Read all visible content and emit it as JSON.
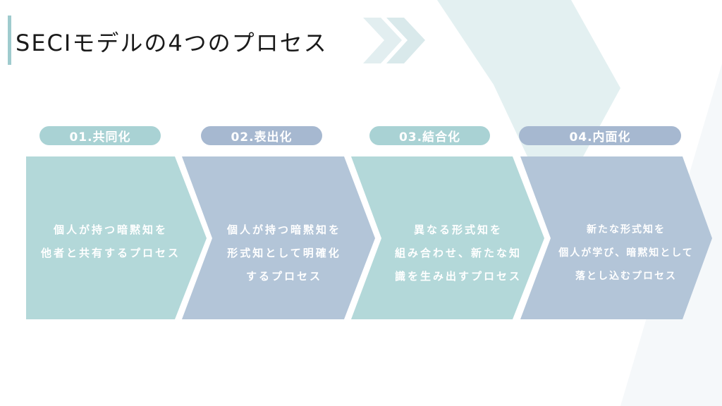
{
  "title": "SECIモデルの4つのプロセス",
  "colors": {
    "teal": "#b3d8d9",
    "blue": "#b3c5d8",
    "accent": "#9fcbce"
  },
  "steps": [
    {
      "label": "01.共同化",
      "lines": [
        "個人が持つ暗黙知を",
        "他者と共有するプロセス"
      ]
    },
    {
      "label": "02.表出化",
      "lines": [
        "個人が持つ暗黙知を",
        "形式知として明確化",
        "するプロセス"
      ]
    },
    {
      "label": "03.結合化",
      "lines": [
        "異なる形式知を",
        "組み合わせ、新たな知",
        "識を生み出すプロセス"
      ]
    },
    {
      "label": "04.内面化",
      "lines": [
        "新たな形式知を",
        "個人が学び、暗黙知として",
        "落とし込むプロセス"
      ]
    }
  ]
}
